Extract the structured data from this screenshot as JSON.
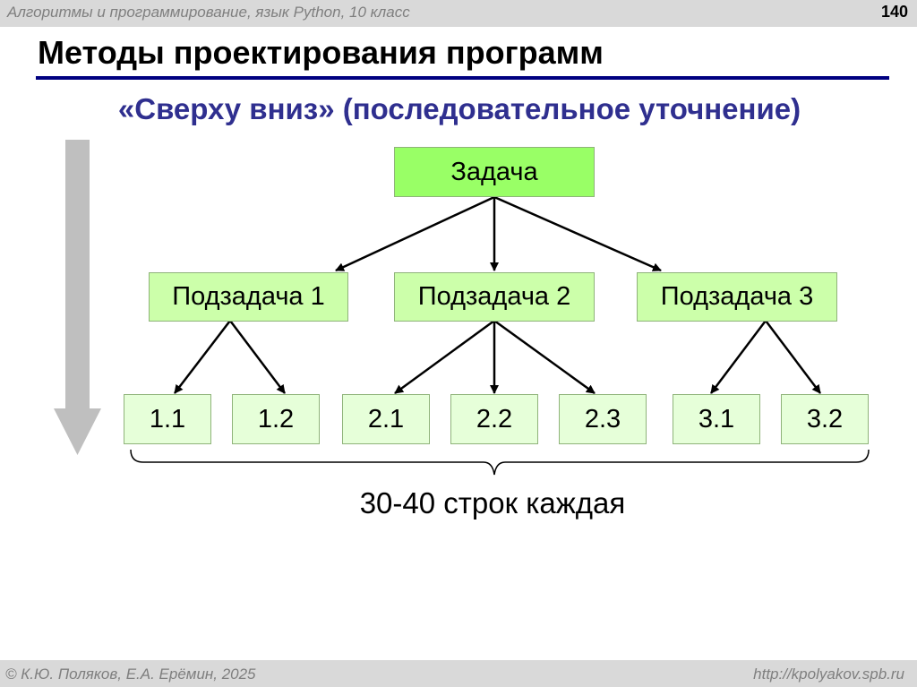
{
  "header": {
    "course": "Алгоритмы и программирование, язык Python, 10 класс",
    "page_number": "140"
  },
  "slide": {
    "title": "Методы проектирования программ",
    "subtitle": "«Сверху вниз» (последовательное уточнение)"
  },
  "diagram": {
    "root": "Задача",
    "subtasks": [
      "Подзадача 1",
      "Подзадача 2",
      "Подзадача 3"
    ],
    "leaves": [
      "1.1",
      "1.2",
      "2.1",
      "2.2",
      "2.3",
      "3.1",
      "3.2"
    ],
    "caption": "30-40 строк каждая",
    "direction_arrow": "arrow-down-icon"
  },
  "colors": {
    "title_rule": "#000080",
    "subtitle": "#2f2f8f",
    "root_fill": "#99ff66",
    "subtask_fill": "#ccffaa",
    "leaf_fill": "#e6ffd9",
    "bar": "#d9d9d9",
    "big_arrow": "#bfbfbf"
  },
  "footer": {
    "authors": "© К.Ю. Поляков, Е.А. Ерёмин, 2025",
    "url": "http://kpolyakov.spb.ru"
  }
}
